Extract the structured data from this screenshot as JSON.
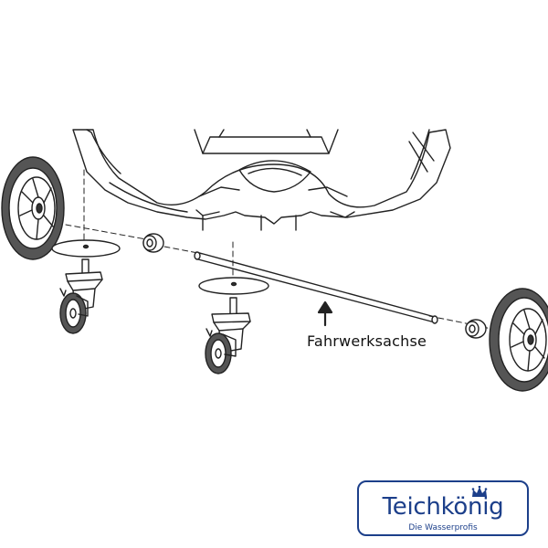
{
  "diagram": {
    "axle_label": "Fahrwerksachse",
    "parts": [
      "rear-wheel-left",
      "rear-wheel-right",
      "swivel-caster-left",
      "swivel-caster-center",
      "caster-mounting-plate-left",
      "caster-mounting-plate-center",
      "axle-spacer-left",
      "axle-spacer-right",
      "undercarriage-axle",
      "vacuum-base-housing"
    ]
  },
  "logo": {
    "brand": "Teichkönig",
    "tagline": "Die Wasserprofis",
    "color": "#1c3f8a",
    "icon": "crown-icon"
  }
}
